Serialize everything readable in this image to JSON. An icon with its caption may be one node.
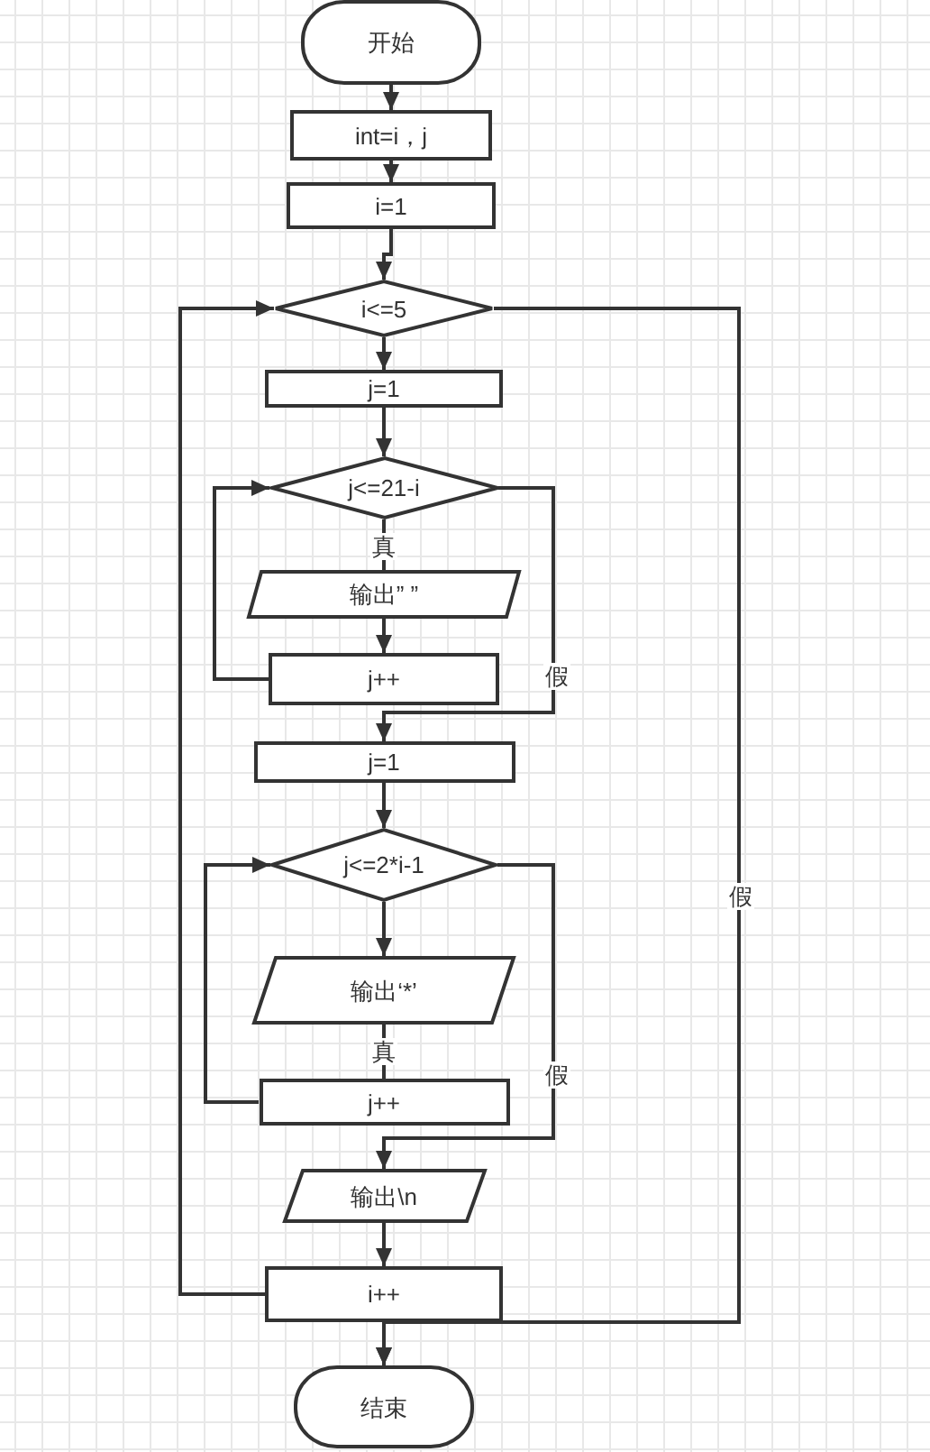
{
  "diagram": {
    "nodes": [
      {
        "text": [
          "开始"
        ]
      },
      {
        "text": [
          "int=i，j"
        ]
      },
      {
        "text": [
          "i=1"
        ]
      },
      {
        "text": [
          "i<=5"
        ]
      },
      {
        "text": [
          "j=1"
        ]
      },
      {
        "text": [
          "j<=21-i"
        ]
      },
      {
        "text": [
          "输出” ”"
        ]
      },
      {
        "text": [
          "j++"
        ]
      },
      {
        "text": [
          "j=1"
        ]
      },
      {
        "text": [
          "j<=2*i-1"
        ]
      },
      {
        "text": [
          "输出‘*’"
        ]
      },
      {
        "text": [
          "j++"
        ]
      },
      {
        "text": [
          "输出\\n"
        ]
      },
      {
        "text": [
          "i++"
        ]
      },
      {
        "text": [
          "结束"
        ]
      }
    ],
    "edges": [
      {
        "from": 0,
        "to": 1,
        "arrow": "to"
      },
      {
        "from": 1,
        "to": 2,
        "arrow": "to"
      },
      {
        "from": 2,
        "to": 3,
        "arrow": "to"
      },
      {
        "from": 3,
        "to": 4,
        "arrow": "to"
      },
      {
        "from": 4,
        "to": 5,
        "arrow": "to"
      },
      {
        "from": 5,
        "to": 6,
        "arrow": "none",
        "label": "真"
      },
      {
        "from": 6,
        "to": 7,
        "arrow": "to"
      },
      {
        "from": 7,
        "to": 5,
        "arrow": "to"
      },
      {
        "from": 5,
        "to": 8,
        "arrow": "to",
        "label": "假"
      },
      {
        "from": 8,
        "to": 9,
        "arrow": "to"
      },
      {
        "from": 9,
        "to": 10,
        "arrow": "to"
      },
      {
        "from": 10,
        "to": 11,
        "arrow": "none",
        "label": "真"
      },
      {
        "from": 11,
        "to": 9,
        "arrow": "to"
      },
      {
        "from": 9,
        "to": 12,
        "arrow": "to",
        "label": "假"
      },
      {
        "from": 12,
        "to": 13,
        "arrow": "to"
      },
      {
        "from": 13,
        "to": 3,
        "arrow": "to"
      },
      {
        "from": 3,
        "to": 14,
        "arrow": "to",
        "label": "假"
      },
      {
        "from": 13,
        "to": 14,
        "arrow": "to"
      }
    ]
  }
}
